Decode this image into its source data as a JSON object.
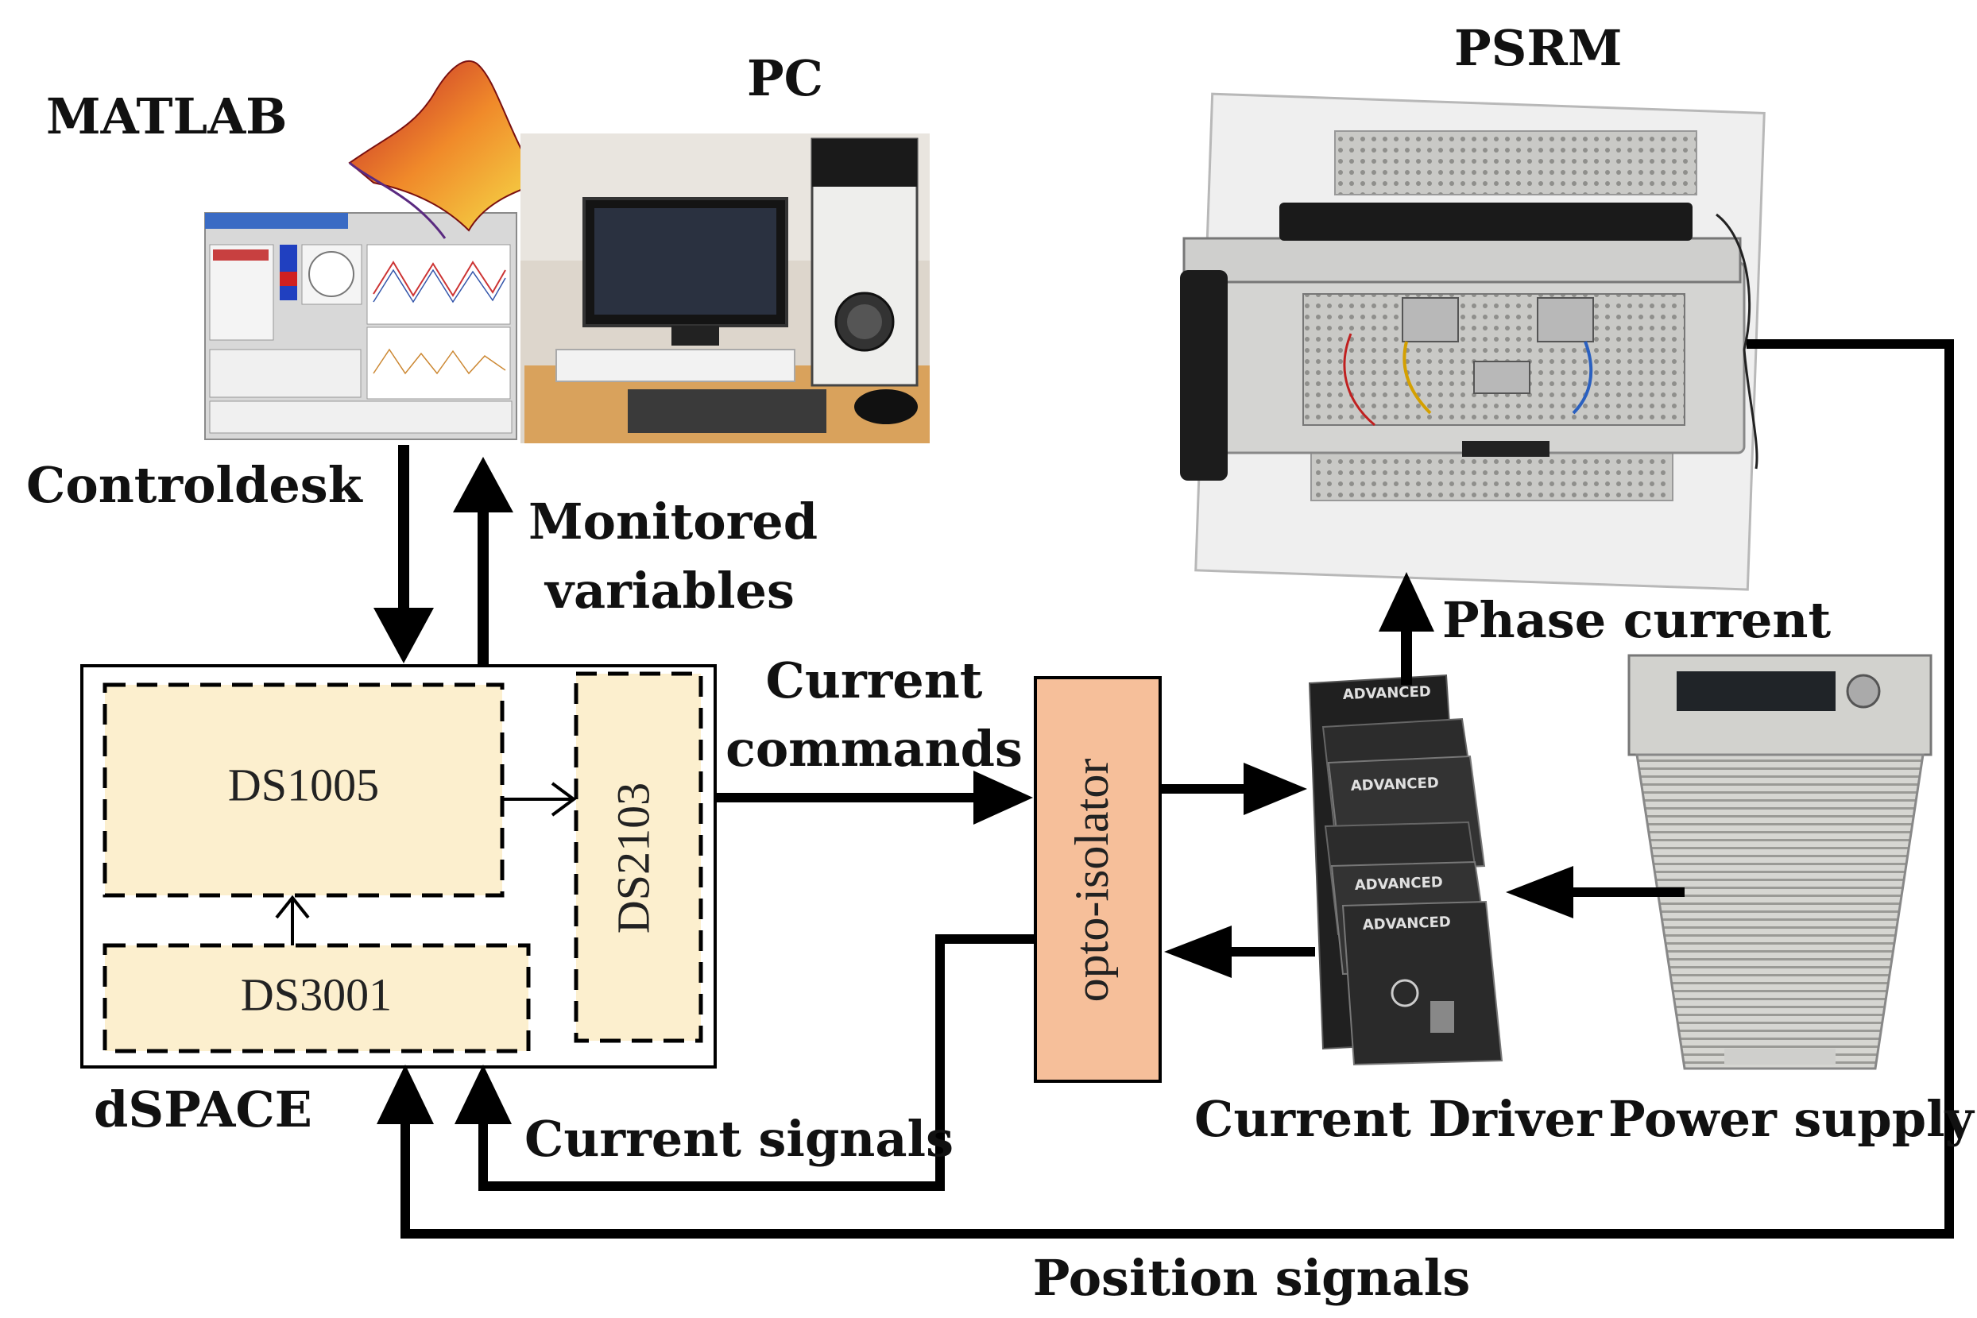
{
  "labels": {
    "matlab": "MATLAB",
    "pc": "PC",
    "psrm": "PSRM",
    "controldesk": "Controldesk",
    "monitored_line1": "Monitored",
    "monitored_line2": "variables",
    "current_commands_line1": "Current",
    "current_commands_line2": "commands",
    "phase_current": "Phase current",
    "dspace": "dSPACE",
    "current_signals": "Current signals",
    "current_driver": "Current Driver",
    "power_supply": "Power supply",
    "position_signals": "Position signals"
  },
  "modules": {
    "ds1005": "DS1005",
    "ds3001": "DS3001",
    "ds2103": "DS2103",
    "opto_isolator": "opto-isolator"
  },
  "driver_brand": "ADVANCED",
  "colors": {
    "module_fill": "#fcefce",
    "opto_fill": "#f6bf9a",
    "line": "#000000"
  }
}
